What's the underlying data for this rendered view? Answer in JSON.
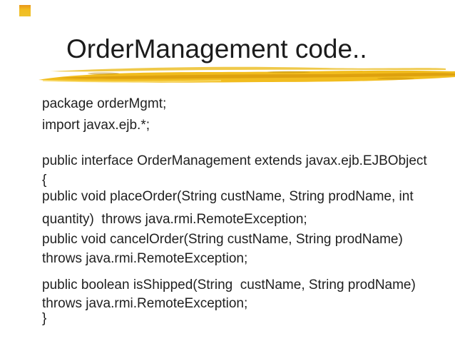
{
  "slide": {
    "title": "OrderManagement code..",
    "code_lines": [
      "package orderMgmt;",
      "import javax.ejb.*;",
      "public interface OrderManagement extends javax.ejb.EJBObject",
      "{",
      "public void placeOrder(String custName, String prodName, int",
      "quantity)  throws java.rmi.RemoteException;",
      "public void cancelOrder(String custName, String prodName)",
      "throws java.rmi.RemoteException;",
      "public boolean isShipped(String  custName, String prodName)",
      "throws java.rmi.RemoteException;",
      "}"
    ],
    "colors": {
      "background": "#ffffff",
      "title_text": "#1b1b1b",
      "body_text": "#1f1f1f",
      "brush_gold": "#f1bc1e",
      "brush_dark_streak": "#da9c0c",
      "brush_highlight": "#f9dc6e",
      "bullet_gold": "#f2bc20"
    },
    "icons": {
      "bullet_square": "decorative gold square bullet",
      "brush_underline": "gold paintbrush stroke underline"
    }
  }
}
